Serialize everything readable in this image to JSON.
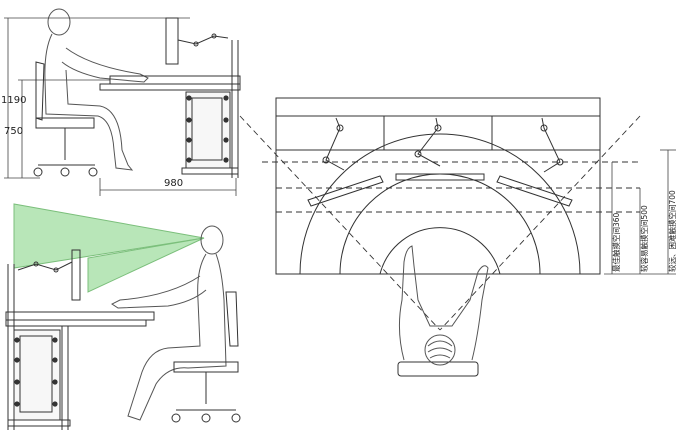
{
  "side_view_top": {
    "dimensions": {
      "height_total": "1190",
      "height_desk": "750",
      "width_desk": "980"
    }
  },
  "side_view_bottom": {
    "view_cone_color": "#b8e6b8",
    "view_cone_stroke": "#7bbf7b"
  },
  "top_view": {
    "zones": [
      {
        "label": "最佳触摸空间360"
      },
      {
        "label": "较容易触摸空间500"
      },
      {
        "label": "较远、困难触摸空间700"
      }
    ]
  }
}
